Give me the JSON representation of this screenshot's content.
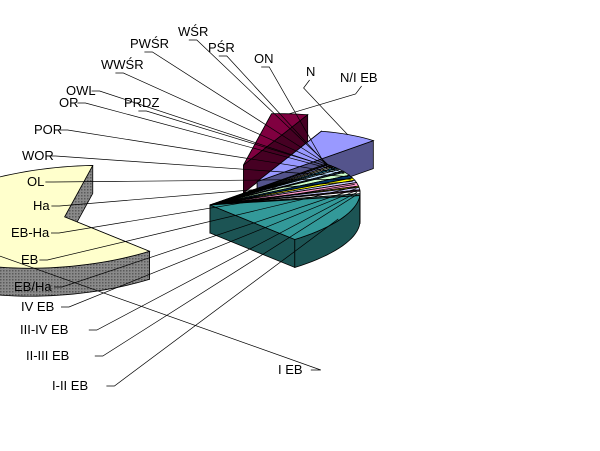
{
  "chart_data": {
    "type": "pie",
    "title": "",
    "categories": [
      "I EB",
      "N/I EB",
      "N",
      "ON",
      "PŚR",
      "WŚR",
      "PWŚR",
      "WWŚR",
      "PRDZ",
      "OWL",
      "OR",
      "POR",
      "WOR",
      "OL",
      "Ha",
      "EB-Ha",
      "EB",
      "EB/Ha",
      "IV EB",
      "III-IV EB",
      "II-III EB",
      "I-II EB"
    ],
    "values": [
      62.0,
      4.0,
      7.0,
      0.4,
      0.4,
      0.4,
      0.4,
      0.4,
      0.4,
      0.8,
      0.4,
      1.2,
      1.0,
      0.8,
      0.8,
      1.2,
      0.4,
      0.8,
      0.4,
      0.8,
      0.6,
      14.5
    ],
    "exploded": [
      "I EB",
      "N/I EB",
      "N"
    ],
    "view": "3d",
    "legend": "none",
    "colors": [
      "#ffffcc",
      "#800040",
      "#9999ff",
      "#1a1a1a",
      "#9999ff",
      "#cccc99",
      "#ffffff",
      "#00b0f0",
      "#ccffff",
      "#c0e0ff",
      "#336699",
      "#ccffcc",
      "#003366",
      "#ffff00",
      "#ccccff",
      "#ff99cc",
      "#cccc00",
      "#ccccff",
      "#993366",
      "#ffffff",
      "#336666",
      "#339999"
    ]
  }
}
